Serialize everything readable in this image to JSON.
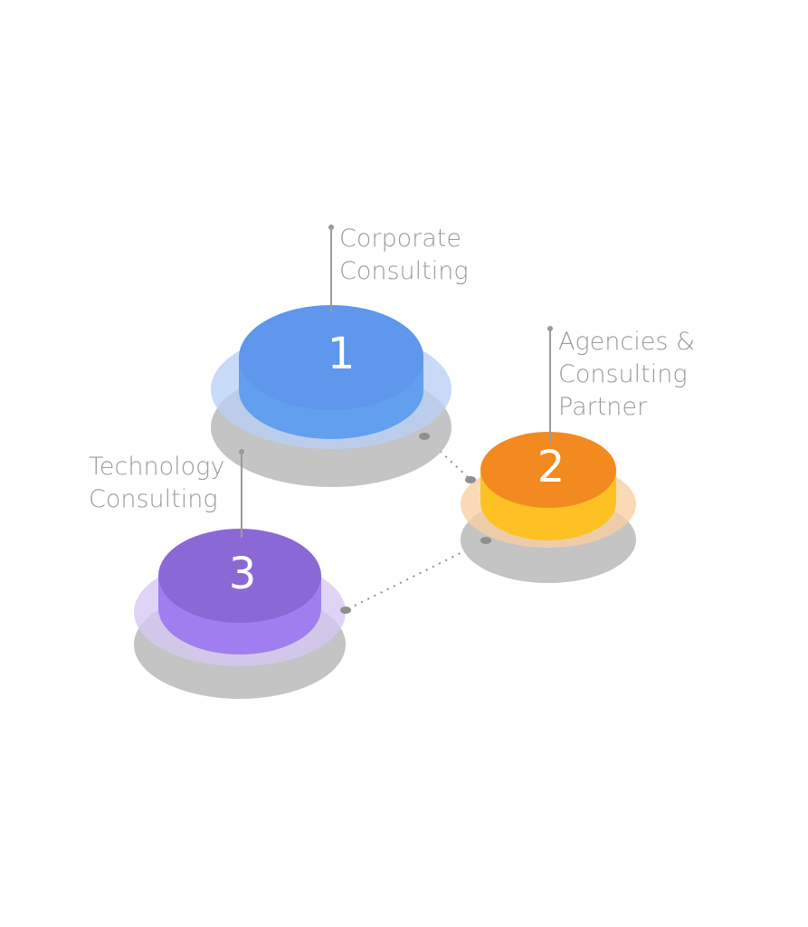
{
  "colors": {
    "shadow": "#c4c4c4",
    "connector": "#8f8f8f",
    "label_text": "#9a9a9a",
    "number_text": "#ffffff"
  },
  "steps": [
    {
      "number": "1",
      "label_lines": [
        "Corporate",
        "Consulting"
      ],
      "colors": {
        "top": "#5e97ec",
        "side": "#62a0ef",
        "halo": "#b9d0f6"
      }
    },
    {
      "number": "2",
      "label_lines": [
        "Agencies &",
        "Consulting",
        "Partner"
      ],
      "colors": {
        "top": "#f28a1f",
        "side": "#fdc123",
        "halo": "#f8d0a2"
      }
    },
    {
      "number": "3",
      "label_lines": [
        "Technology",
        "Consulting"
      ],
      "colors": {
        "top": "#8a68d6",
        "side": "#a07ef0",
        "halo": "#d6c8f3"
      }
    }
  ]
}
